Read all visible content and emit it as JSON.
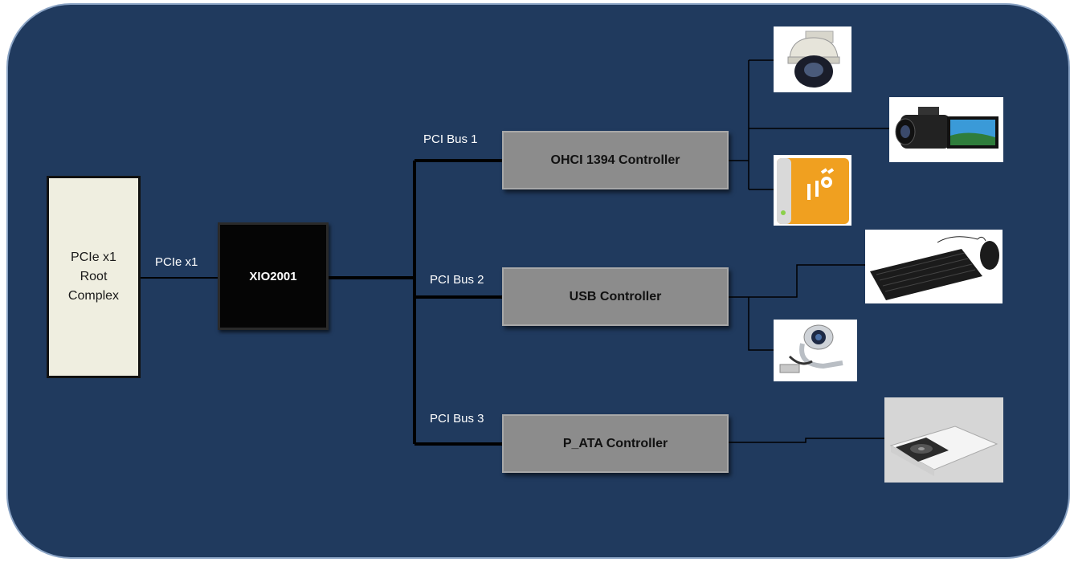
{
  "root_complex": {
    "label": "PCIe x1\nRoot\nComplex"
  },
  "bridge": {
    "label": "XIO2001"
  },
  "pcie_link": {
    "label": "PCIe x1"
  },
  "buses": [
    {
      "label": "PCI Bus 1",
      "controller": "OHCI 1394  Controller"
    },
    {
      "label": "PCI Bus 2",
      "controller": "USB Controller"
    },
    {
      "label": "PCI Bus 3",
      "controller": "P_ATA Controller"
    }
  ],
  "devices": [
    {
      "icon": "security-camera-icon",
      "bus": 1
    },
    {
      "icon": "camcorder-icon",
      "bus": 1
    },
    {
      "icon": "firewire-drive-icon",
      "bus": 1
    },
    {
      "icon": "keyboard-mouse-icon",
      "bus": 2
    },
    {
      "icon": "webcam-icon",
      "bus": 2
    },
    {
      "icon": "optical-drive-icon",
      "bus": 3
    }
  ],
  "colors": {
    "background": "#203a5e",
    "controller": "#8c8c8c",
    "bridge": "#050505",
    "root": "#efeee0"
  }
}
